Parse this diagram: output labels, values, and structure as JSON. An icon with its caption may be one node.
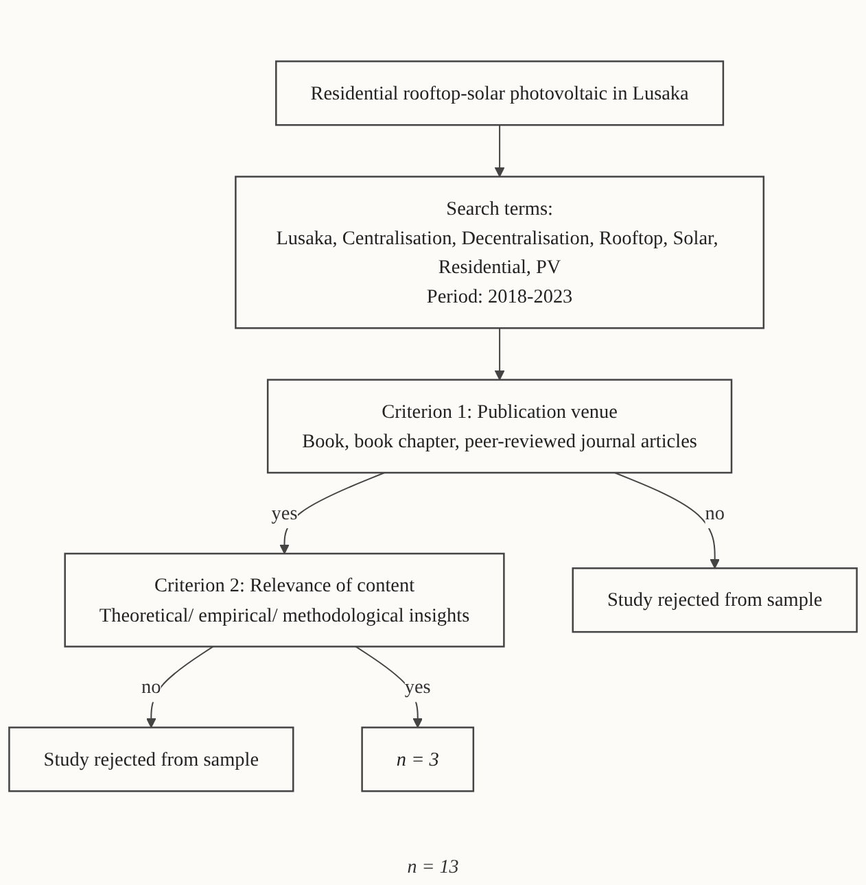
{
  "diagram": {
    "nodes": [
      {
        "text": [
          "Residential rooftop-solar photovoltaic in Lusaka"
        ]
      },
      {
        "text": [
          "Search terms:",
          "Lusaka, Centralisation, Decentralisation, Rooftop, Solar, Residential, PV",
          "Period: 2018-2023"
        ]
      },
      {
        "text": [
          "Criterion 1: Publication venue",
          "Book, book chapter, peer-reviewed journal articles"
        ]
      },
      {
        "text": [
          "Study rejected from sample"
        ]
      },
      {
        "text": [
          "Criterion 2: Relevance of content",
          "Theoretical/ empirical/ methodological insights"
        ]
      },
      {
        "text": [
          "Study rejected from sample"
        ]
      },
      {
        "text": [
          "n = 3"
        ]
      }
    ],
    "edges": [
      {
        "from": 0,
        "to": 1,
        "arrow": "to"
      },
      {
        "from": 1,
        "to": 2,
        "arrow": "to"
      },
      {
        "from": 2,
        "to": 3,
        "label": "no",
        "arrow": "to"
      },
      {
        "from": 2,
        "to": 4,
        "label": "yes",
        "arrow": "to"
      },
      {
        "from": 4,
        "to": 5,
        "label": "no",
        "arrow": "to"
      },
      {
        "from": 4,
        "to": 6,
        "label": "yes",
        "arrow": "to"
      }
    ],
    "labels": [
      "n = 13"
    ]
  }
}
